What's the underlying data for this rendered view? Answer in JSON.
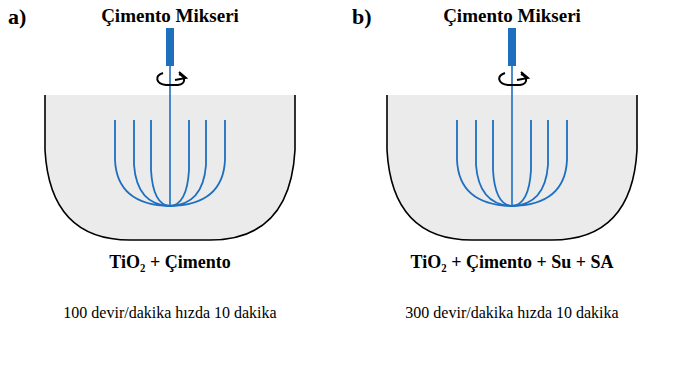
{
  "diagram": {
    "labels": [
      "a)",
      "Çimento Mikseri",
      "TiO₂ + Çimento",
      "100 devir/dakika hızda 10 dakika",
      "b)",
      "Çimento Mikseri",
      "TiO₂ + Çimento + Su + SA",
      "300 devir/dakika hızda 10 dakika"
    ]
  }
}
